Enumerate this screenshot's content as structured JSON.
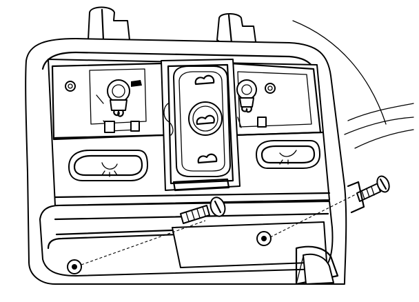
{
  "diagram": {
    "labels": [],
    "line_color": "#000000",
    "background_color": "#ffffff",
    "style": "black line-art technical illustration",
    "components": [
      "mounting-strap-left",
      "mounting-strap-right",
      "console-housing",
      "reading-lamp-bulb-left",
      "reading-lamp-bulb-right",
      "lamp-switch-left",
      "lamp-switch-right",
      "sunroof-control-module",
      "lower-trim-panel",
      "screw-left",
      "screw-right",
      "screw-hole-left",
      "screw-hole-center"
    ]
  }
}
